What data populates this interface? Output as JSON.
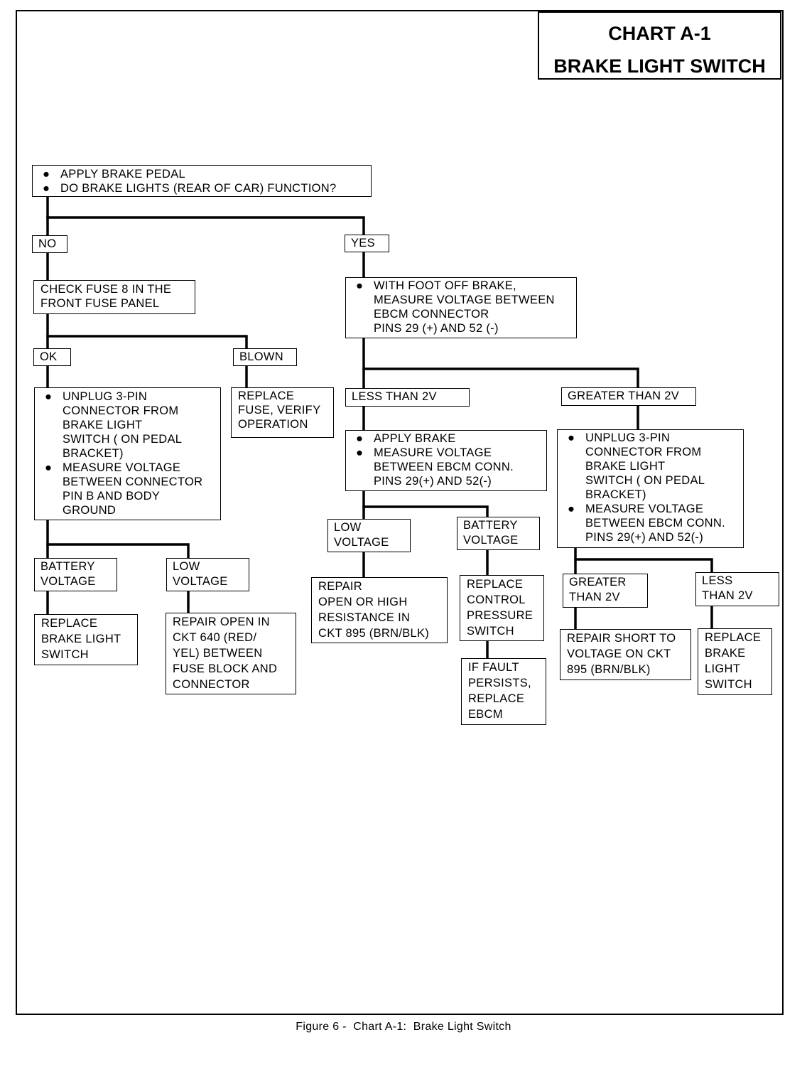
{
  "header": {
    "title_line1": "CHART A-1",
    "title_line2": "BRAKE LIGHT SWITCH"
  },
  "flowchart": {
    "start": [
      "APPLY BRAKE PEDAL",
      "DO BRAKE LIGHTS (REAR OF CAR) FUNCTION?"
    ],
    "no_label": "NO",
    "yes_label": "YES",
    "check_fuse": [
      "CHECK FUSE 8 IN THE",
      "FRONT FUSE PANEL"
    ],
    "ok_label": "OK",
    "blown_label": "BLOWN",
    "replace_fuse": [
      "REPLACE",
      "FUSE, VERIFY",
      "OPERATION"
    ],
    "unplug_left": {
      "item1": [
        "UNPLUG 3-PIN",
        "CONNECTOR FROM",
        "BRAKE LIGHT",
        "SWITCH ( ON PEDAL",
        "BRACKET)"
      ],
      "item2": [
        "MEASURE VOLTAGE",
        "BETWEEN CONNECTOR",
        "PIN B AND BODY",
        "GROUND"
      ]
    },
    "battery_voltage_left": [
      "BATTERY",
      "VOLTAGE"
    ],
    "low_voltage_left": [
      "LOW",
      "VOLTAGE"
    ],
    "replace_switch_left": [
      "REPLACE",
      "BRAKE LIGHT",
      "SWITCH"
    ],
    "repair_open": [
      "REPAIR OPEN IN",
      "CKT 640 (RED/",
      "YEL) BETWEEN",
      "FUSE BLOCK AND",
      "CONNECTOR"
    ],
    "foot_off": [
      "WITH FOOT OFF BRAKE,",
      "MEASURE VOLTAGE BETWEEN",
      "EBCM CONNECTOR",
      "PINS 29 (+) AND 52 (-)"
    ],
    "less_than_2v": "LESS THAN 2V",
    "greater_than_2v": "GREATER THAN 2V",
    "apply_brake": {
      "item1": [
        "APPLY BRAKE"
      ],
      "item2": [
        "MEASURE VOLTAGE",
        "BETWEEN EBCM CONN.",
        "PINS 29(+) AND 52(-)"
      ]
    },
    "unplug_right": {
      "item1": [
        "UNPLUG 3-PIN",
        "CONNECTOR FROM",
        "BRAKE LIGHT",
        "SWITCH ( ON PEDAL",
        "BRACKET)"
      ],
      "item2": [
        "MEASURE VOLTAGE",
        "BETWEEN EBCM CONN.",
        "PINS 29(+) AND 52(-)"
      ]
    },
    "low_voltage_mid": [
      "LOW",
      "VOLTAGE"
    ],
    "battery_voltage_mid": [
      "BATTERY",
      "VOLTAGE"
    ],
    "repair_open_high": [
      "REPAIR",
      "OPEN OR HIGH",
      "RESISTANCE IN",
      "CKT 895 (BRN/BLK)"
    ],
    "replace_pressure": [
      "REPLACE",
      "CONTROL",
      "PRESSURE",
      "SWITCH"
    ],
    "if_fault": [
      "IF FAULT",
      "PERSISTS,",
      "REPLACE",
      "EBCM"
    ],
    "greater_than_2v_right": [
      "GREATER",
      "THAN 2V"
    ],
    "less_than_2v_right": [
      "LESS",
      "THAN 2V"
    ],
    "repair_short": [
      "REPAIR SHORT TO",
      "VOLTAGE ON CKT",
      "895 (BRN/BLK)"
    ],
    "replace_switch_right": [
      "REPLACE",
      "BRAKE",
      "LIGHT",
      "SWITCH"
    ]
  },
  "caption": "Figure 6 -  Chart A-1:  Brake Light Switch"
}
